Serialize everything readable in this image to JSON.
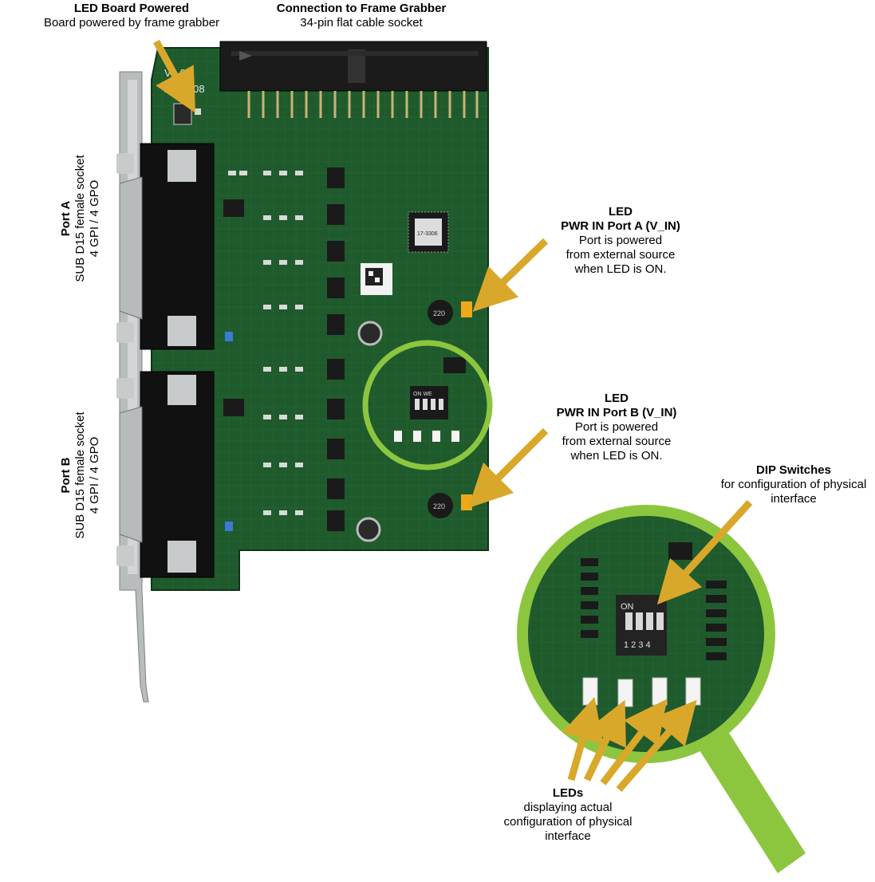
{
  "labels": {
    "led_board": {
      "title": "LED Board Powered",
      "desc": "Board powered by frame grabber"
    },
    "connector": {
      "title": "Connection to Frame Grabber",
      "desc": "34-pin flat cable socket"
    },
    "port_a": {
      "title": "Port  A",
      "line1": "SUB D15 female socket",
      "line2": "4 GPI / 4 GPO"
    },
    "port_b": {
      "title": "Port  B",
      "line1": "SUB D15 female socket",
      "line2": "4 GPI / 4 GPO"
    },
    "led_a": {
      "title1": "LED",
      "title2": "PWR IN Port A (V_IN)",
      "desc1": "Port is powered",
      "desc2": "from external source",
      "desc3": "when LED is ON."
    },
    "led_b": {
      "title1": "LED",
      "title2": "PWR IN Port B (V_IN)",
      "desc1": "Port is powered",
      "desc2": "from external source",
      "desc3": "when LED is ON."
    },
    "dip": {
      "title": "DIP Switches",
      "desc1": "for configuration of physical",
      "desc2": "interface"
    },
    "leds": {
      "title": "LEDs",
      "desc1": "displaying actual",
      "desc2": "configuration of physical",
      "desc3": "interface"
    }
  },
  "board_print": {
    "version": "V1.0",
    "part": "2946408",
    "chip": "17-3306",
    "inductor": "220",
    "dip_on": "ON",
    "dip_nums": "1 2 3 4",
    "dip_small": "ON  WE"
  },
  "colors": {
    "pcb": "#1f5a2c",
    "pcb_dark": "#134020",
    "arrow": "#d9a82a",
    "ring": "#8cc63f",
    "bracket": "#b9bcbc"
  }
}
